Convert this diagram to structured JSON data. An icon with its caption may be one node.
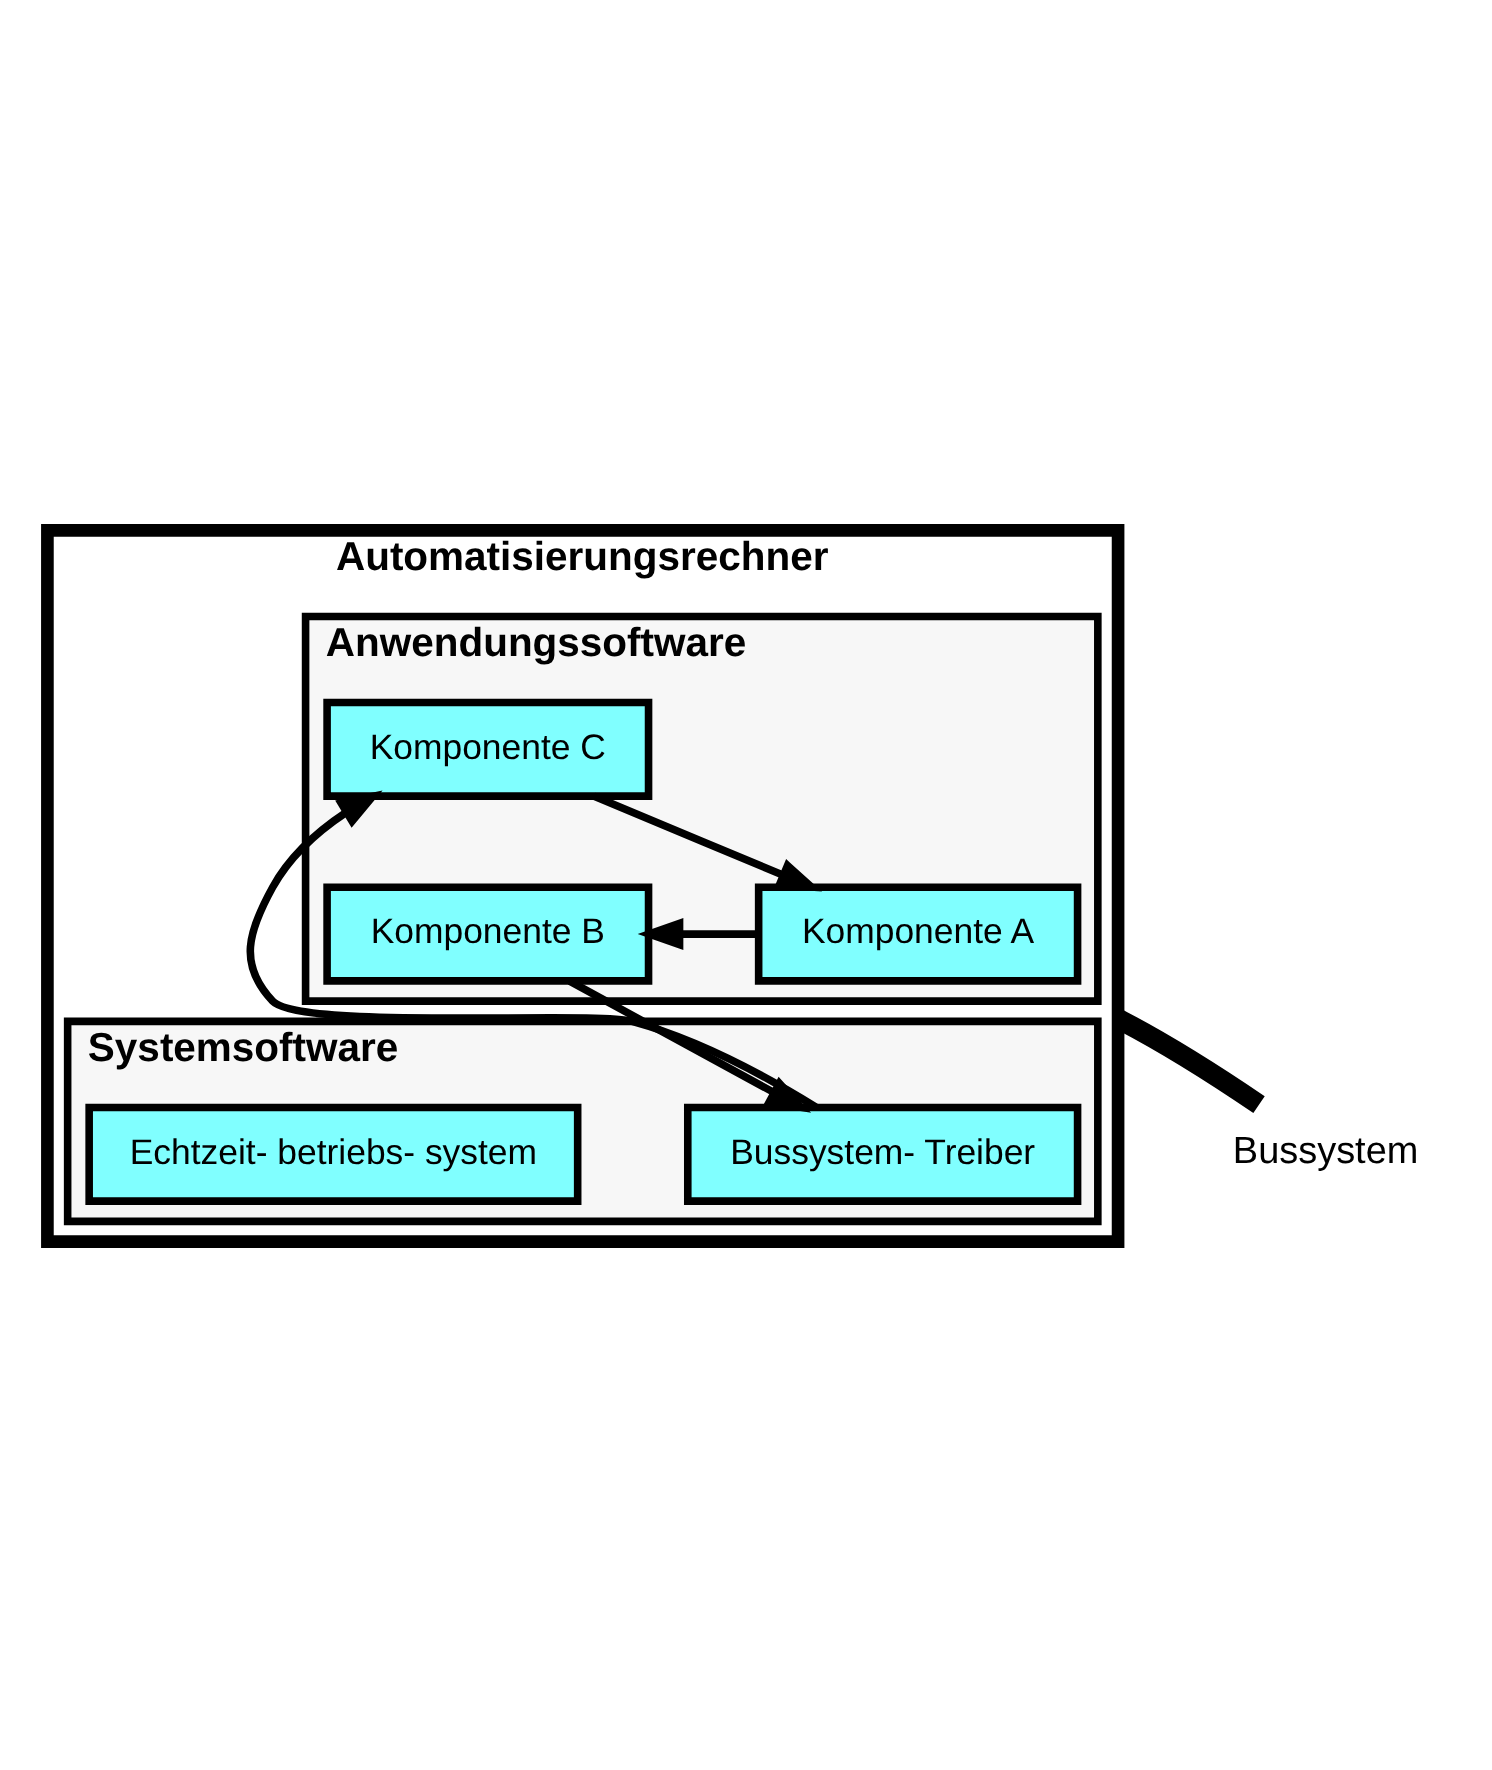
{
  "diagram": {
    "nodes": [
      {
        "text": [
          "Automatisierungsrechner"
        ]
      },
      {
        "text": [
          "Anwendungssoftware"
        ],
        "in": 0
      },
      {
        "text": [
          "Komponente A"
        ],
        "in": 1
      },
      {
        "text": [
          "Komponente B"
        ],
        "in": 1
      },
      {
        "text": [
          "Komponente C"
        ],
        "in": 1
      },
      {
        "text": [
          "Systemsoftware"
        ],
        "in": 0
      },
      {
        "text": [
          "Bussystem- Treiber"
        ],
        "in": 5
      },
      {
        "text": [
          "Echtzeit- betriebs- system"
        ],
        "in": 5
      },
      {
        "text": [
          "Bussystem"
        ]
      }
    ],
    "edges": [
      {
        "from": 2,
        "to": 3,
        "arrow": "to"
      },
      {
        "from": 3,
        "to": 6,
        "arrow": "to"
      },
      {
        "from": 6,
        "to": 4,
        "arrow": "to"
      },
      {
        "from": 4,
        "to": 2,
        "arrow": "to"
      },
      {
        "from": 0,
        "to": 8,
        "arrow": "none",
        "style": "thick"
      }
    ]
  }
}
